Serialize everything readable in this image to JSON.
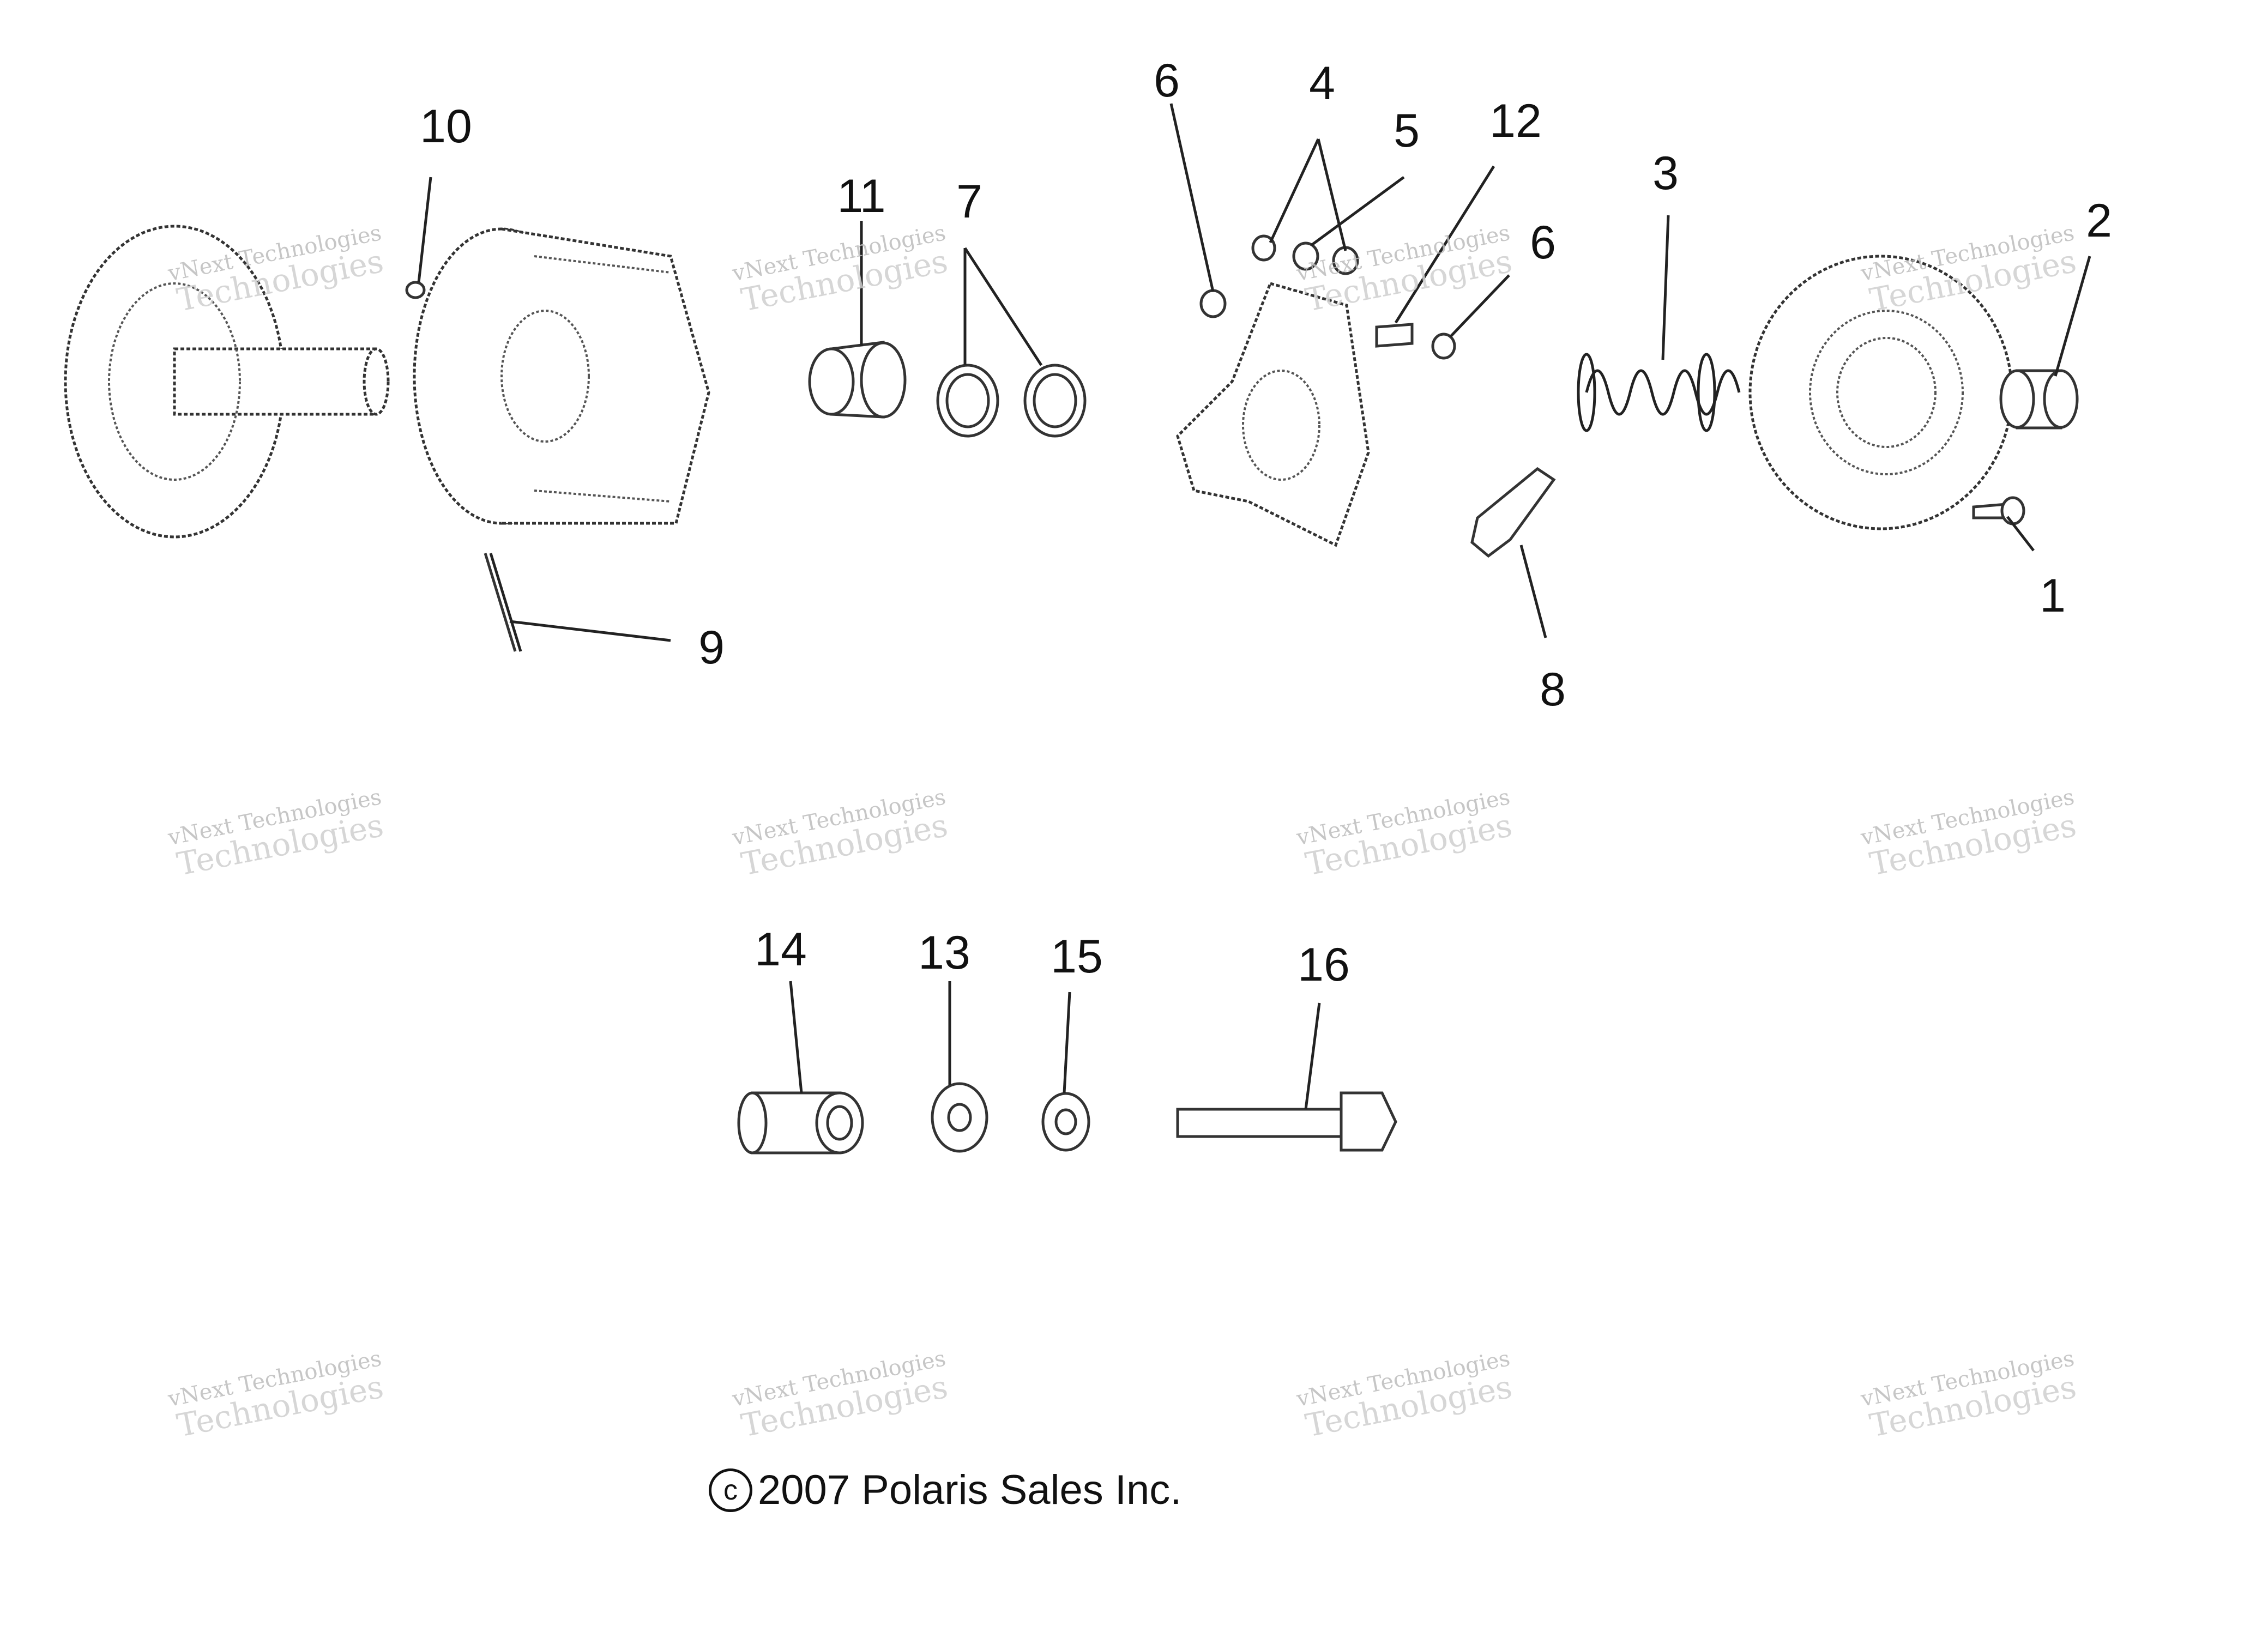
{
  "callouts": [
    {
      "id": "1",
      "label": "1"
    },
    {
      "id": "2",
      "label": "2"
    },
    {
      "id": "3",
      "label": "3"
    },
    {
      "id": "4",
      "label": "4"
    },
    {
      "id": "5",
      "label": "5"
    },
    {
      "id": "6a",
      "label": "6"
    },
    {
      "id": "6b",
      "label": "6"
    },
    {
      "id": "7",
      "label": "7"
    },
    {
      "id": "8",
      "label": "8"
    },
    {
      "id": "9",
      "label": "9"
    },
    {
      "id": "10",
      "label": "10"
    },
    {
      "id": "11",
      "label": "11"
    },
    {
      "id": "12",
      "label": "12"
    },
    {
      "id": "13",
      "label": "13"
    },
    {
      "id": "14",
      "label": "14"
    },
    {
      "id": "15",
      "label": "15"
    },
    {
      "id": "16",
      "label": "16"
    }
  ],
  "copyright": {
    "year_owner": "2007 Polaris Sales Inc."
  },
  "watermark": {
    "line1": "vNext Technologies",
    "line2": "Technologies",
    "line0": "vNext"
  }
}
